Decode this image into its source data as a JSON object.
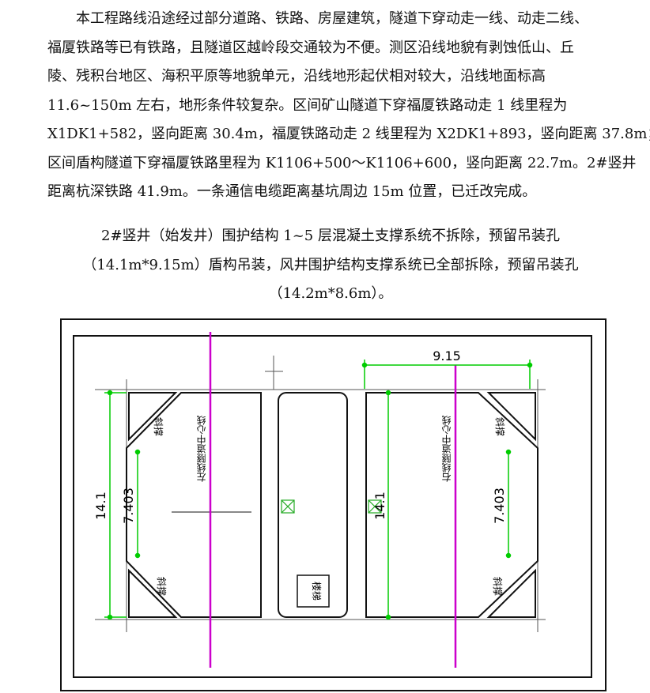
{
  "paragraph1": {
    "lines": [
      "　　本工程路线沿途经过部分道路、铁路、房屋建筑，隧道下穿动走一线、动走二线、",
      "福厦铁路等已有铁路，且隧道区越岭段交通较为不便。测区沿线地貌有剥蚀低山、丘",
      "陵、残积台地区、海积平原等地貌单元，沿线地形起伏相对较大，沿线地面标高",
      "11.6~150m 左右，地形条件较复杂。区间矿山隧道下穿福厦铁路动走 1 线里程为",
      "X1DK1+582，竖向距离 30.4m，福厦铁路动走 2 线里程为 X2DK1+893，竖向距离 37.8m；",
      "区间盾构隧道下穿福厦铁路里程为 K1106+500～K1106+600，竖向距离 22.7m。2#竖井",
      "距离杭深铁路 41.9m。一条通信电缆距离基坑周边 15m 位置，已迁改完成。"
    ]
  },
  "paragraph2": {
    "lines": [
      "2#竖井（始发井）围护结构 1~5 层混凝土支撑系统不拆除，预留吊装孔",
      "（14.1m*9.15m）盾构吊装，风井围护结构支撑系统已全部拆除，预留吊装孔",
      "（14.2m*8.6m）。"
    ]
  },
  "drawing": {
    "dimensions": {
      "top_width": "9.15",
      "left_height": "14.1",
      "left_inner": "7.403",
      "mid_height": "14.1",
      "right_inner": "7.403"
    },
    "labels": {
      "left_centerline": "左线隧道中心线",
      "right_centerline": "右线隧道中心线",
      "brace_tl": "斜撑",
      "brace_bl": "斜撑",
      "brace_tr": "斜撑",
      "brace_br": "斜撑",
      "stair": "楼梯"
    },
    "colors": {
      "centerline": "#cc00cc",
      "dimension": "#00cc00",
      "structure": "#111111"
    }
  }
}
